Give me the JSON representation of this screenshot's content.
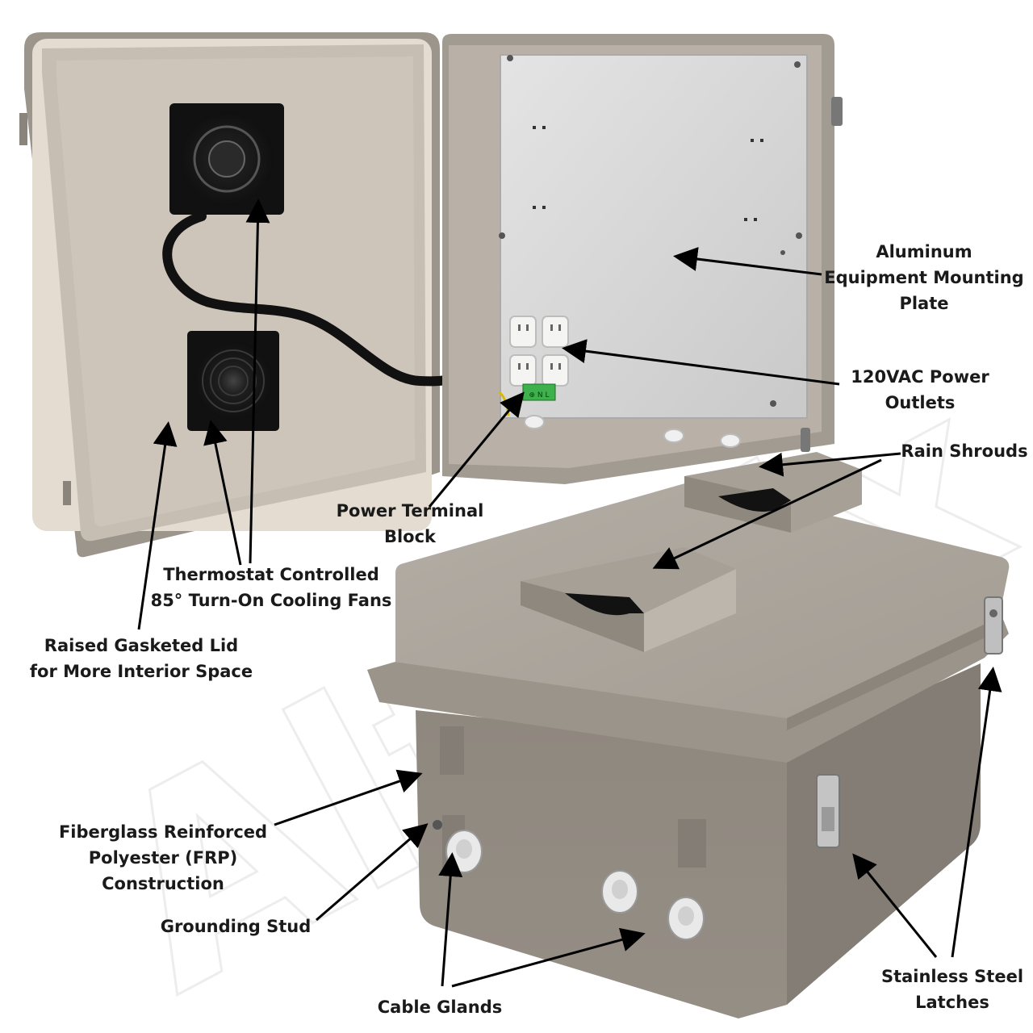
{
  "watermark": "Altelix",
  "colors": {
    "enclosure": "#a39c93",
    "enclosure_shadow": "#7f786f",
    "interior": "#c9c0b6",
    "gasket": "#e6ded2",
    "plate": "#dcdcdc",
    "fan": "#151515",
    "arrow": "#000000"
  },
  "callouts": {
    "mounting_plate": [
      "Aluminum",
      "Equipment Mounting",
      "Plate"
    ],
    "power_outlets": [
      "120VAC Power",
      "Outlets"
    ],
    "rain_shrouds": [
      "Rain Shrouds"
    ],
    "terminal_block": [
      "Power Terminal",
      "Block"
    ],
    "cooling_fans": [
      "Thermostat Controlled",
      "85° Turn-On Cooling Fans"
    ],
    "gasketed_lid": [
      "Raised Gasketed Lid",
      "for More Interior Space"
    ],
    "frp_construction": [
      "Fiberglass Reinforced",
      "Polyester (FRP)",
      "Construction"
    ],
    "grounding_stud": [
      "Grounding Stud"
    ],
    "cable_glands": [
      "Cable Glands"
    ],
    "latches": [
      "Stainless Steel",
      "Latches"
    ]
  },
  "terminal_marking": "⊕ N L"
}
